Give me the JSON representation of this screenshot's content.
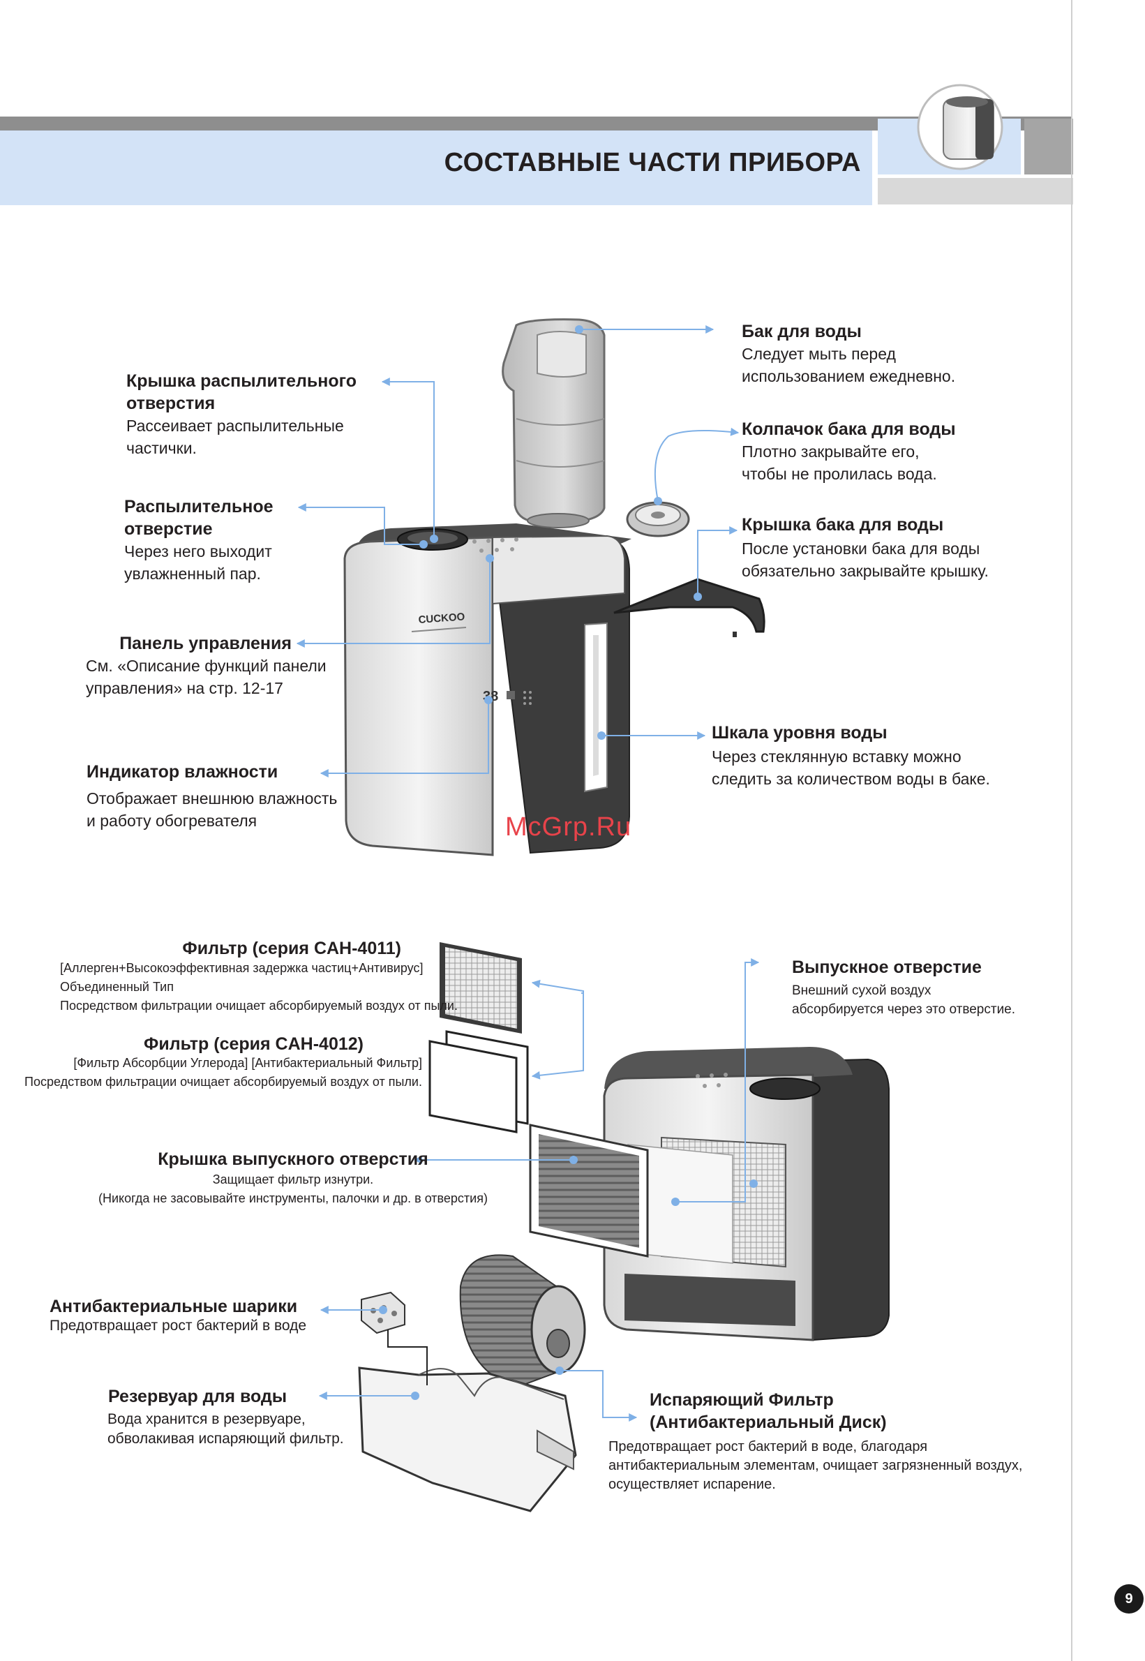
{
  "page": {
    "title": "СОСТАВНЫЕ ЧАСТИ ПРИБОРА",
    "page_number": "9",
    "watermark": "McGrp.Ru",
    "brand": "CUCKOO",
    "display_reading": "38"
  },
  "top_section": {
    "spray_cover": {
      "title1": "Крышка распылительного",
      "title2": "отверстия",
      "desc1": "Рассеивает распылительные",
      "desc2": "частички."
    },
    "spray_outlet": {
      "title1": "Распылительное",
      "title2": "отверстие",
      "desc1": "Через него выходит",
      "desc2": "увлажненный пар."
    },
    "control_panel": {
      "title": "Панель управления",
      "desc1": "См. «Описание функций панели",
      "desc2": "управления» на стр. 12-17"
    },
    "humidity_indicator": {
      "title": "Индикатор влажности",
      "desc1": "Отображает внешнюю влажность",
      "desc2": "и работу обогревателя"
    },
    "water_tank": {
      "title": "Бак для воды",
      "desc1": "Следует мыть перед",
      "desc2": "использованием ежедневно."
    },
    "tank_cap": {
      "title": "Колпачок бака для воды",
      "desc1": "Плотно закрывайте его,",
      "desc2": "чтобы не пролилась вода."
    },
    "tank_lid": {
      "title": "Крышка бака для воды",
      "desc1": "После установки бака для воды",
      "desc2": "обязательно закрывайте крышку."
    },
    "water_gauge": {
      "title": "Шкала уровня воды",
      "desc1": "Через стеклянную вставку можно",
      "desc2": "следить за количеством воды в баке."
    }
  },
  "bottom_section": {
    "filter_4011": {
      "title": "Фильтр (серия CAH-4011)",
      "line1": "[Аллерген+Высокоэффективная задержка частиц+Антивирус]",
      "line2": "Объединенный Тип",
      "line3": "Посредством фильтрации очищает абсорбируемый воздух от пыли."
    },
    "filter_4012": {
      "title": "Фильтр (серия CAH-4012)",
      "line1": "[Фильтр Абсорбции Углерода] [Антибактериальный Фильтр]",
      "line2": "Посредством фильтрации очищает абсорбируемый воздух от пыли."
    },
    "outlet_cover": {
      "title": "Крышка выпускного отверстия",
      "line1": "Защищает фильтр изнутри.",
      "line2": "(Никогда не засовывайте инструменты, палочки и др. в отверстия)"
    },
    "antibac_balls": {
      "title": "Антибактериальные шарики",
      "desc": "Предотвращает рост бактерий в воде"
    },
    "reservoir": {
      "title": "Резервуар для воды",
      "desc1": "Вода хранится в резервуаре,",
      "desc2": "обволакивая испаряющий фильтр."
    },
    "outlet": {
      "title": "Выпускное отверстие",
      "desc1": "Внешний сухой воздух",
      "desc2": "абсорбируется через это отверстие."
    },
    "evap_filter": {
      "title1": "Испаряющий Фильтр",
      "title2": "(Антибактериальный Диск)",
      "desc1": "Предотвращает рост бактерий в воде, благодаря",
      "desc2": "антибактериальным элементам, очищает загрязненный воздух,",
      "desc3": "осуществляет испарение."
    }
  },
  "colors": {
    "header_blue": "#d3e3f7",
    "header_gray": "#8e8e8e",
    "callout_blue": "#7fb0e6",
    "watermark_red": "#e8434a"
  }
}
